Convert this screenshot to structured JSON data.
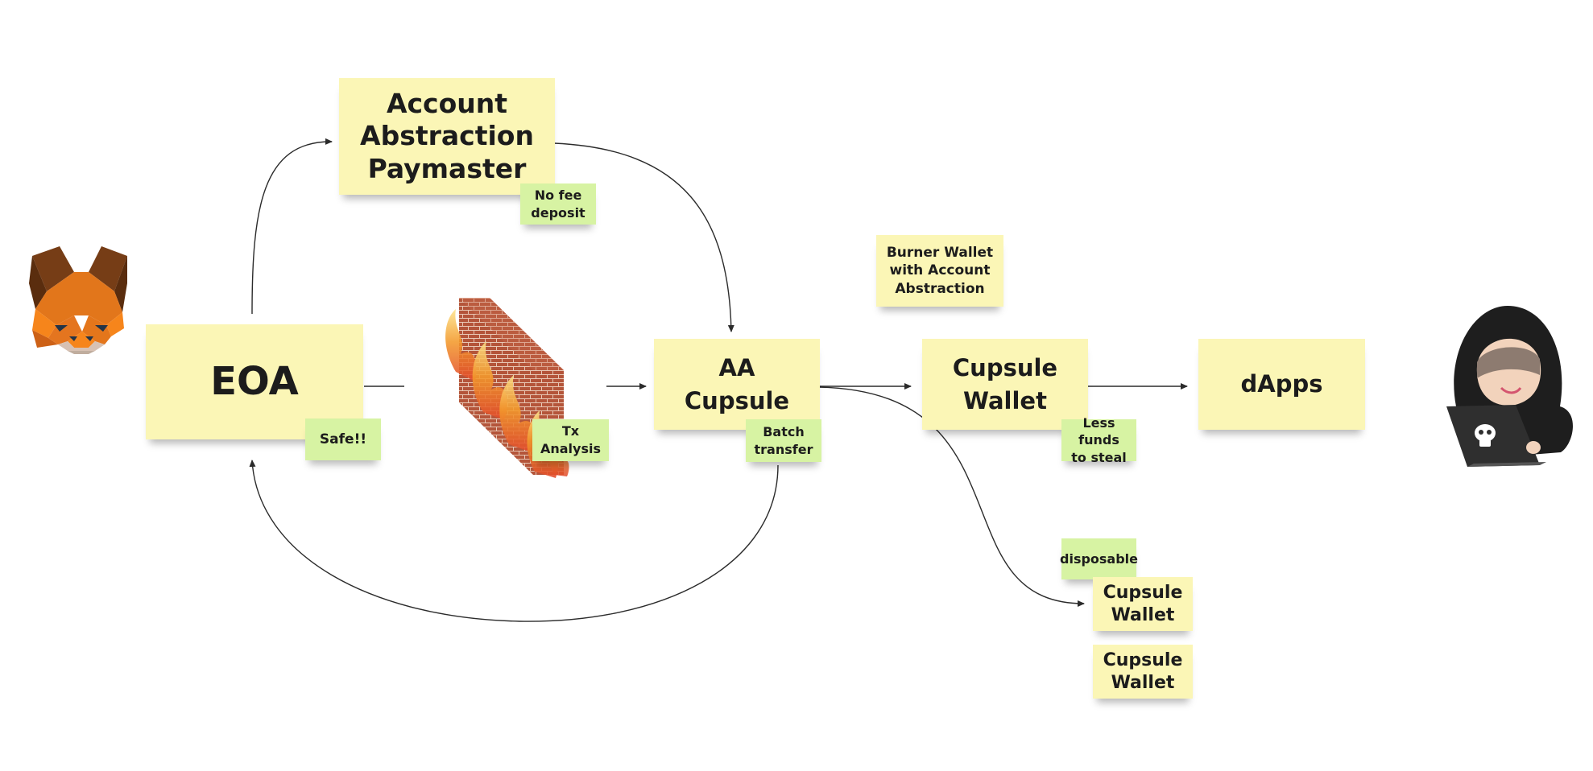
{
  "colors": {
    "sticky_yellow": "#fbf6b6",
    "sticky_green": "#d7f3a3",
    "text": "#1c1c1c",
    "connector": "#2b2b2b"
  },
  "icons": {
    "metamask_fox": "metamask-fox-icon",
    "firewall": "firewall-icon",
    "hacker": "hacker-icon"
  },
  "notes": {
    "eoa": "EOA",
    "safe": "Safe!!",
    "paymaster_line1": "Account",
    "paymaster_line2": "Abstraction",
    "paymaster_line3": "Paymaster",
    "no_fee_line1": "No fee",
    "no_fee_line2": "deposit",
    "tx_line1": "Tx",
    "tx_line2": "Analysis",
    "aa_line1": "AA",
    "aa_line2": "Cupsule",
    "batch_line1": "Batch",
    "batch_line2": "transfer",
    "burner_line1": "Burner Wallet",
    "burner_line2": "with Account",
    "burner_line3": "Abstraction",
    "cupsule_wallet_line1": "Cupsule",
    "cupsule_wallet_line2": "Wallet",
    "less_funds_line1": "Less funds",
    "less_funds_line2": "to steal",
    "dapps": "dApps",
    "disposable": "disposable",
    "small_wallet1_line1": "Cupsule",
    "small_wallet1_line2": "Wallet",
    "small_wallet2_line1": "Cupsule",
    "small_wallet2_line2": "Wallet"
  }
}
